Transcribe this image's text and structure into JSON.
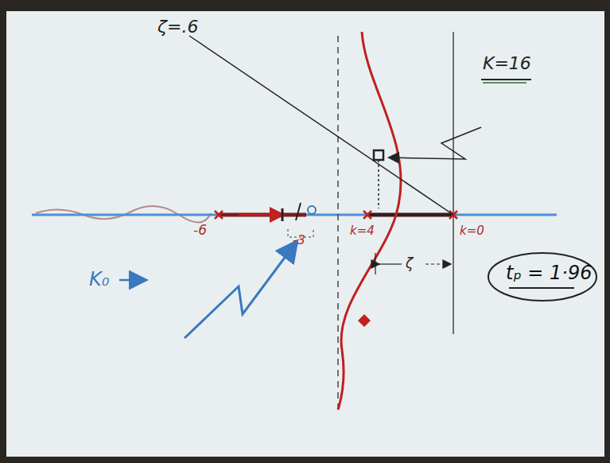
{
  "diagram": {
    "labels": [
      "ζ=.6",
      "K=16",
      "-6",
      "-3",
      "k=4",
      "k=0",
      "ζ",
      "tₚ = 1·96",
      "K₀"
    ]
  }
}
